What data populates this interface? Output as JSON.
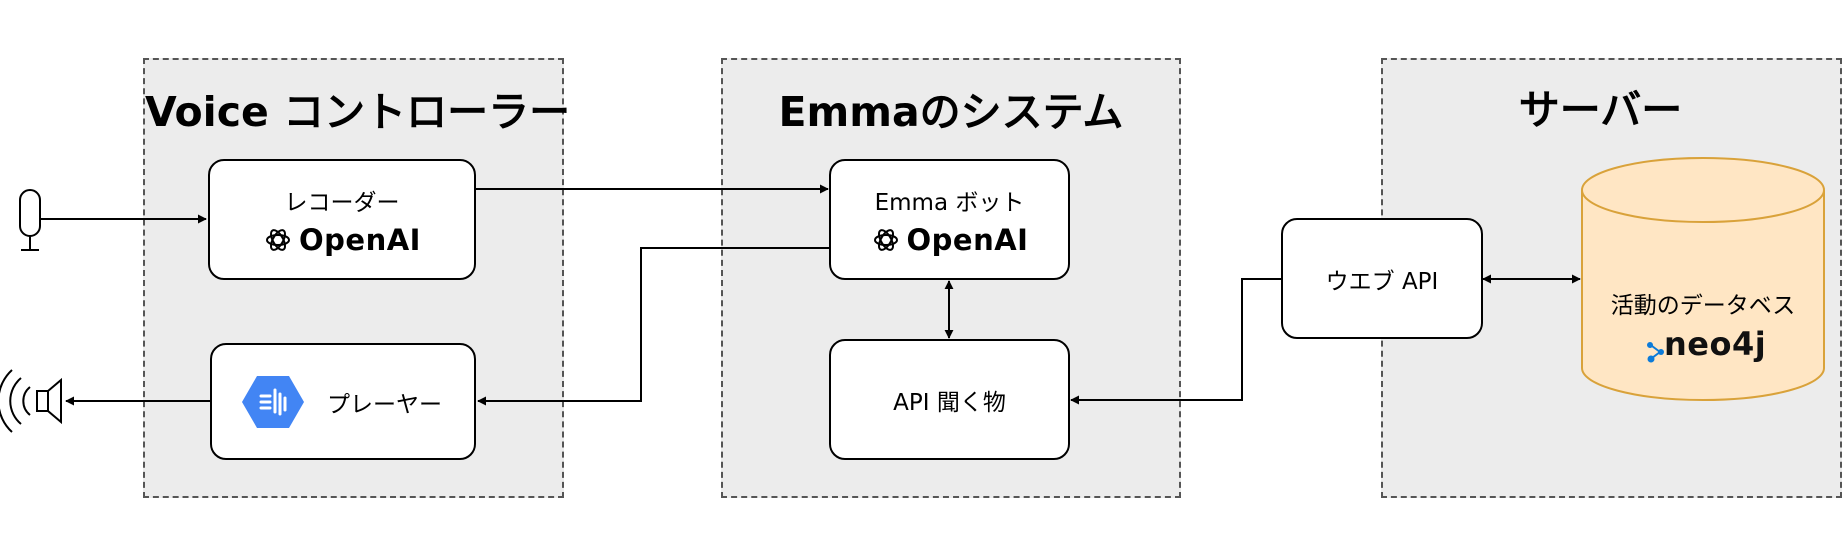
{
  "groups": {
    "voice": {
      "title": "Voice コントローラー"
    },
    "emma": {
      "title": "Emmaのシステム"
    },
    "server": {
      "title": "サーバー"
    }
  },
  "nodes": {
    "recorder": {
      "label": "レコーダー",
      "brand": "OpenAI"
    },
    "player": {
      "label": "プレーヤー",
      "icon": "google-text-to-speech-icon"
    },
    "emma_bot": {
      "label": "Emma ボット",
      "brand": "OpenAI"
    },
    "api_listener": {
      "label": "API 聞く物"
    },
    "web_api": {
      "label": "ウエブ API"
    },
    "activity_db": {
      "label": "活動のデータベス",
      "brand": "neo4j"
    }
  },
  "icons": {
    "microphone": "microphone-icon",
    "speaker": "speaker-icon",
    "openai": "openai-logo-icon",
    "neo4j": "neo4j-logo-icon",
    "tts": "google-text-to-speech-icon"
  },
  "colors": {
    "group_fill": "#ececec",
    "db_fill": "#ffe6c4",
    "db_stroke": "#d9a23a",
    "tts_blue": "#4285f4",
    "neo4j_blue": "#0c7bd9"
  }
}
